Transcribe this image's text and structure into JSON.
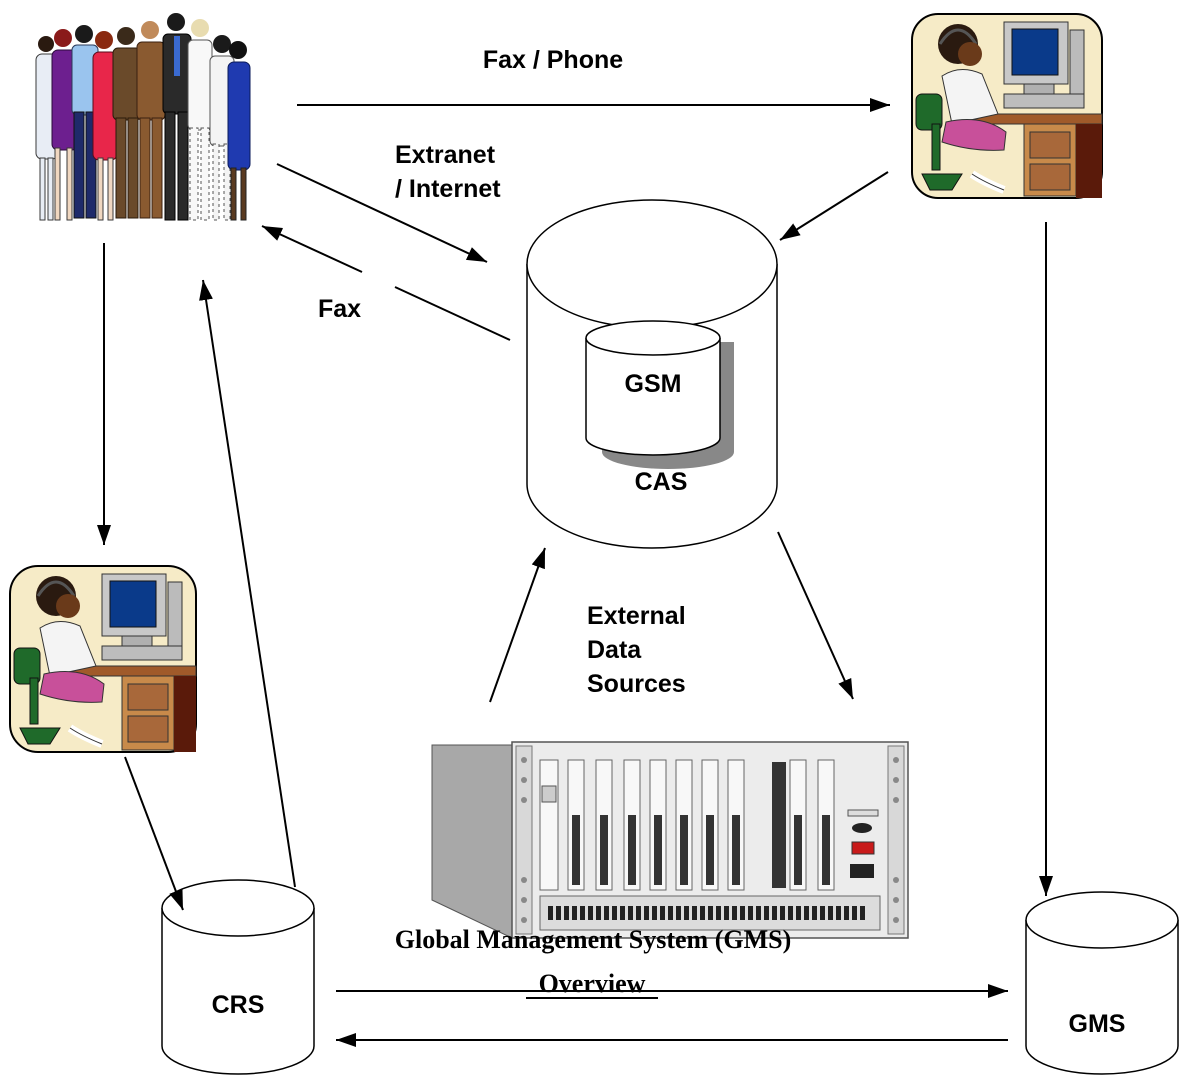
{
  "labels": {
    "fax_phone": "Fax / Phone",
    "extranet_line1": "Extranet",
    "extranet_line2": "/ Internet",
    "fax": "Fax",
    "external_line1": "External",
    "external_line2": "Data",
    "external_line3": "Sources"
  },
  "databases": {
    "gsm": "GSM",
    "cas": "CAS",
    "crs": "CRS",
    "gms": "GMS"
  },
  "title": {
    "line1": "Global Management System (GMS)",
    "line2": "Overview"
  }
}
